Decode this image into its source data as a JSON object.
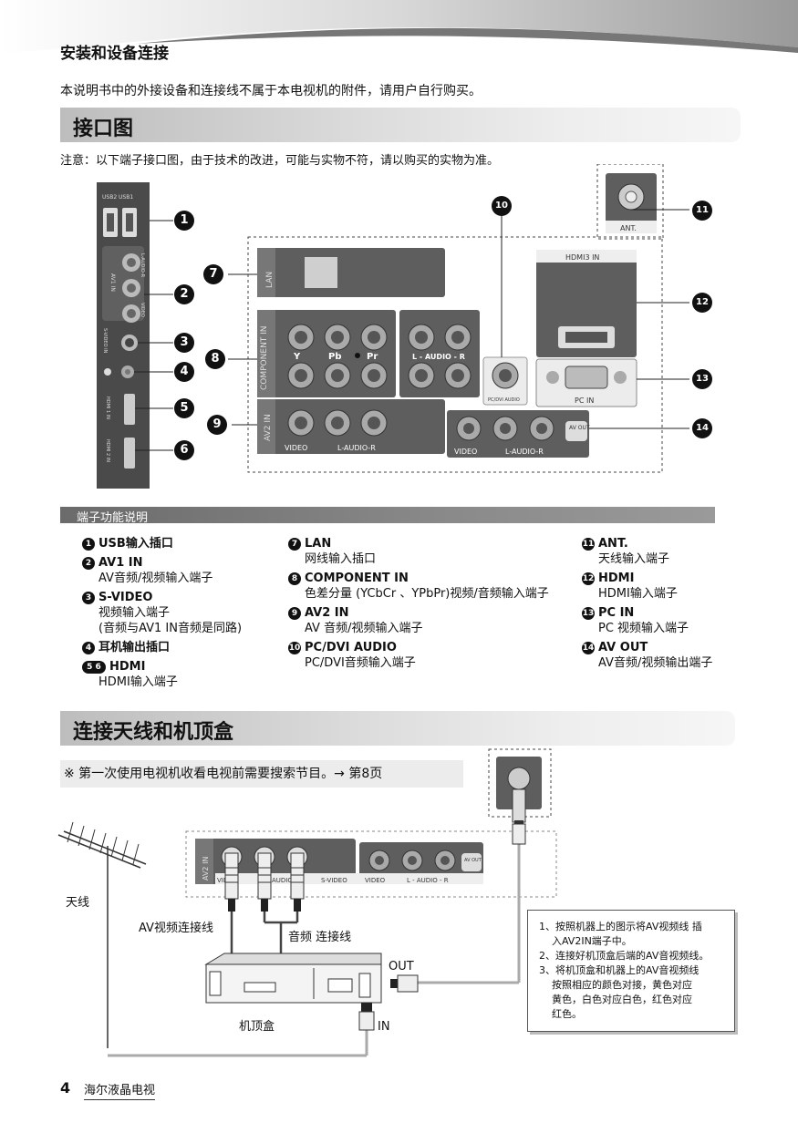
{
  "header": {
    "section_title": "安装和设备连接"
  },
  "intro": "本说明书中的外接设备和连接线不属于本电视机的附件，请用户自行购买。",
  "interface": {
    "title": "接口图",
    "note": "注意：以下端子接口图，由于技术的改进，可能与实物不符，请以购买的实物为准。",
    "callouts": [
      "1",
      "2",
      "3",
      "4",
      "5",
      "6",
      "7",
      "8",
      "9",
      "10",
      "11",
      "12",
      "13",
      "14"
    ],
    "side_labels": {
      "usb": "USB2  USB1",
      "av1": "AV1 IN",
      "av1_audio": "L-AUDIO-R",
      "av1_video": "VIDEO",
      "svideo": "S-VIDEO IN",
      "hdmi1": "HDMI 1 IN",
      "hdmi2": "HDMI 2 IN"
    },
    "panel_labels": {
      "lan": "LAN",
      "component": "COMPONENT IN",
      "y": "Y",
      "pb": "Pb",
      "pr": "Pr",
      "audio_lr": "L - AUDIO - R",
      "av2": "AV2 IN",
      "video": "VIDEO",
      "l_audio_r": "L-AUDIO-R",
      "pc_dvi_audio": "PC/DVI AUDIO",
      "hdmi3": "HDMI3 IN",
      "pc_in": "PC IN",
      "ant": "ANT.",
      "av_out": "AV OUT"
    }
  },
  "functions": {
    "title": "端子功能说明",
    "col1": [
      {
        "n": "1",
        "title": "USB输入插口",
        "desc": []
      },
      {
        "n": "2",
        "title": "AV1 IN",
        "desc": [
          "AV音频/视频输入端子"
        ]
      },
      {
        "n": "3",
        "title": "S-VIDEO",
        "desc": [
          "视频输入端子",
          "(音频与AV1 IN音频是同路)"
        ]
      },
      {
        "n": "4",
        "title": "耳机输出插口",
        "desc": []
      },
      {
        "n": "5 6",
        "title": "HDMI",
        "desc": [
          "HDMI输入端子"
        ]
      }
    ],
    "col2": [
      {
        "n": "7",
        "title": "LAN",
        "desc": [
          "网线输入插口"
        ]
      },
      {
        "n": "8",
        "title": "COMPONENT IN",
        "desc": [
          "色差分量 (YCbCr 、YPbPr)视频/音频输入端子"
        ]
      },
      {
        "n": "9",
        "title": "AV2 IN",
        "desc": [
          "AV 音频/视频输入端子"
        ]
      },
      {
        "n": "10",
        "title": "PC/DVI AUDIO",
        "desc": [
          "PC/DVI音频输入端子"
        ]
      }
    ],
    "col3": [
      {
        "n": "11",
        "title": "ANT.",
        "desc": [
          "天线输入端子"
        ]
      },
      {
        "n": "12",
        "title": "HDMI",
        "desc": [
          "HDMI输入端子"
        ]
      },
      {
        "n": "13",
        "title": "PC IN",
        "desc": [
          "PC 视频输入端子"
        ]
      },
      {
        "n": "14",
        "title": "AV OUT",
        "desc": [
          "AV音频/视频输出端子"
        ]
      }
    ]
  },
  "antenna": {
    "title": "连接天线和机顶盒",
    "tip": "※ 第一次使用电视机收看电视前需要搜索节目。→ 第8页",
    "labels": {
      "antenna": "天线",
      "av_cable": "AV视频连接线",
      "audio_cable": "音频 连接线",
      "stb": "机顶盒",
      "out": "OUT",
      "in": "IN",
      "av2": "AV2 IN",
      "video": "VIDEO",
      "audio": "AUDIO",
      "svideo": "S-VIDEO",
      "l_audio_r": "L - AUDIO - R",
      "av_out": "AV OUT"
    },
    "steps": [
      "1、按照机器上的图示将AV视频线 插",
      "    入AV2IN端子中。",
      "2、连接好机顶盒后端的AV音视频线。",
      "3、将机顶盒和机器上的AV音视频线",
      "    按照相应的颜色对接，黄色对应",
      "    黄色，白色对应白色，红色对应",
      "    红色。"
    ]
  },
  "footer": {
    "page": "4",
    "brand": "海尔液晶电视"
  }
}
